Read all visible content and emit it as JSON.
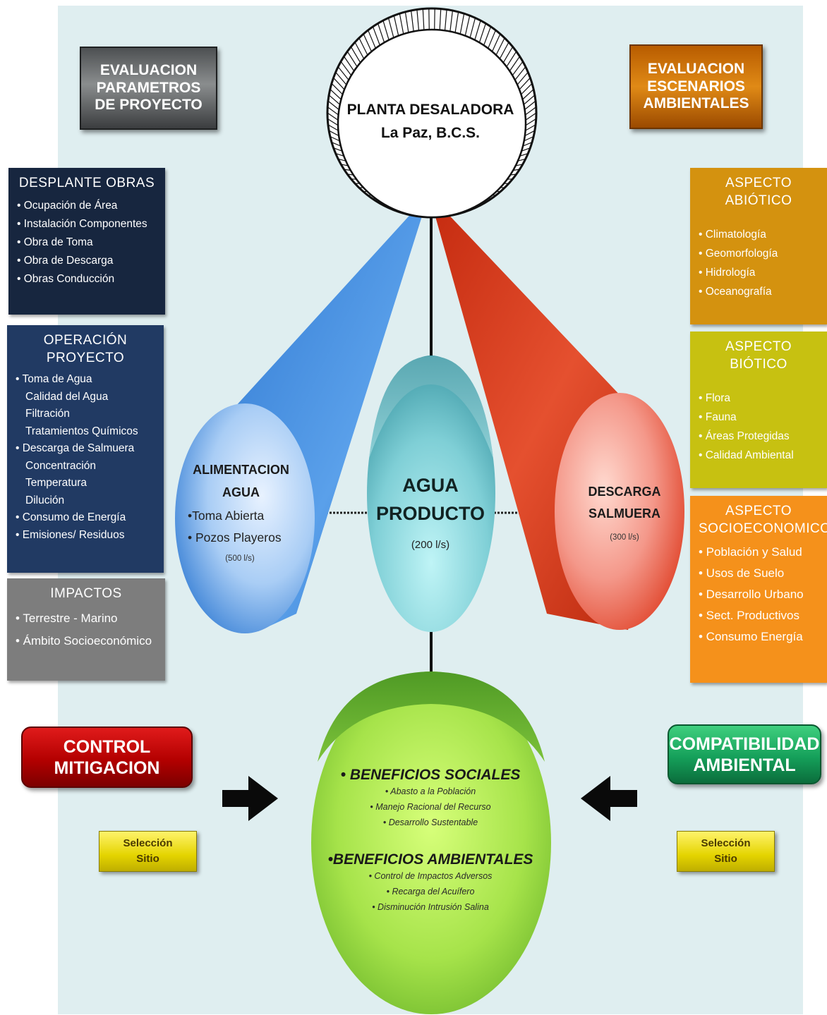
{
  "header_left": "EVALUACION\nPARAMETROS\nDE PROYECTO",
  "header_right": "EVALUACION\nESCENARIOS\nAMBIENTALES",
  "plant": "PLANTA DESALADORA\nLa Paz, B.C.S.",
  "desplante": {
    "title": "DESPLANTE OBRAS",
    "items": [
      "• Ocupación de Área",
      "• Instalación Componentes",
      "• Obra de Toma",
      "• Obra de Descarga",
      "• Obras Conducción"
    ]
  },
  "operacion": {
    "title": "OPERACIÓN\nPROYECTO",
    "items": [
      "• Toma de Agua",
      "Calidad del Agua",
      "Filtración",
      "Tratamientos Químicos",
      "• Descarga de Salmuera",
      "Concentración",
      "Temperatura",
      "Dilución",
      "• Consumo de Energía",
      "• Emisiones/ Residuos"
    ]
  },
  "impactos": {
    "title": "IMPACTOS",
    "items": [
      "• Terrestre - Marino",
      "• Ámbito Socioeconómico"
    ]
  },
  "abiotico": {
    "title": "ASPECTO\nABIÓTICO",
    "items": [
      "• Climatología",
      "• Geomorfología",
      "• Hidrología",
      "• Oceanografía"
    ]
  },
  "biotico": {
    "title": "ASPECTO\nBIÓTICO",
    "items": [
      "• Flora",
      "• Fauna",
      "• Áreas Protegidas",
      "• Calidad Ambiental"
    ]
  },
  "socio": {
    "title": "ASPECTO\nSOCIOECONOMICO",
    "items": [
      "• Población y Salud",
      "• Usos de Suelo",
      "• Desarrollo Urbano",
      "• Sect. Productivos",
      "• Consumo Energía"
    ]
  },
  "alimentacion": {
    "title": "ALIMENTACION\nAGUA",
    "items": [
      "•Toma Abierta",
      "• Pozos Playeros"
    ],
    "rate": "(500 l/s)"
  },
  "agua_producto": {
    "title": "AGUA\nPRODUCTO",
    "rate": "(200 l/s)"
  },
  "descarga": {
    "title": "DESCARGA\nSALMUERA",
    "rate": "(300 l/s)"
  },
  "control": "CONTROL\nMITIGACION",
  "compat": "COMPATIBILIDAD\nAMBIENTAL",
  "seleccion_left": "Selección\nSitio",
  "seleccion_right": "Selección\nSitio",
  "beneficios_sociales": {
    "title": "• BENEFICIOS SOCIALES",
    "items": [
      "• Abasto a la Población",
      "• Manejo Racional del Recurso",
      "• Desarrollo Sustentable"
    ]
  },
  "beneficios_ambientales": {
    "title": "•BENEFICIOS AMBIENTALES",
    "items": [
      "• Control de Impactos Adversos",
      "• Recarga del Acuífero",
      "• Disminución Intrusión Salina"
    ]
  },
  "colors": {
    "background": "#dfeef0",
    "blue_cone": "#3a86d8",
    "red_cone": "#d8391c",
    "teal_egg": "#5fb4bd",
    "green_egg": "#8ad12a"
  }
}
